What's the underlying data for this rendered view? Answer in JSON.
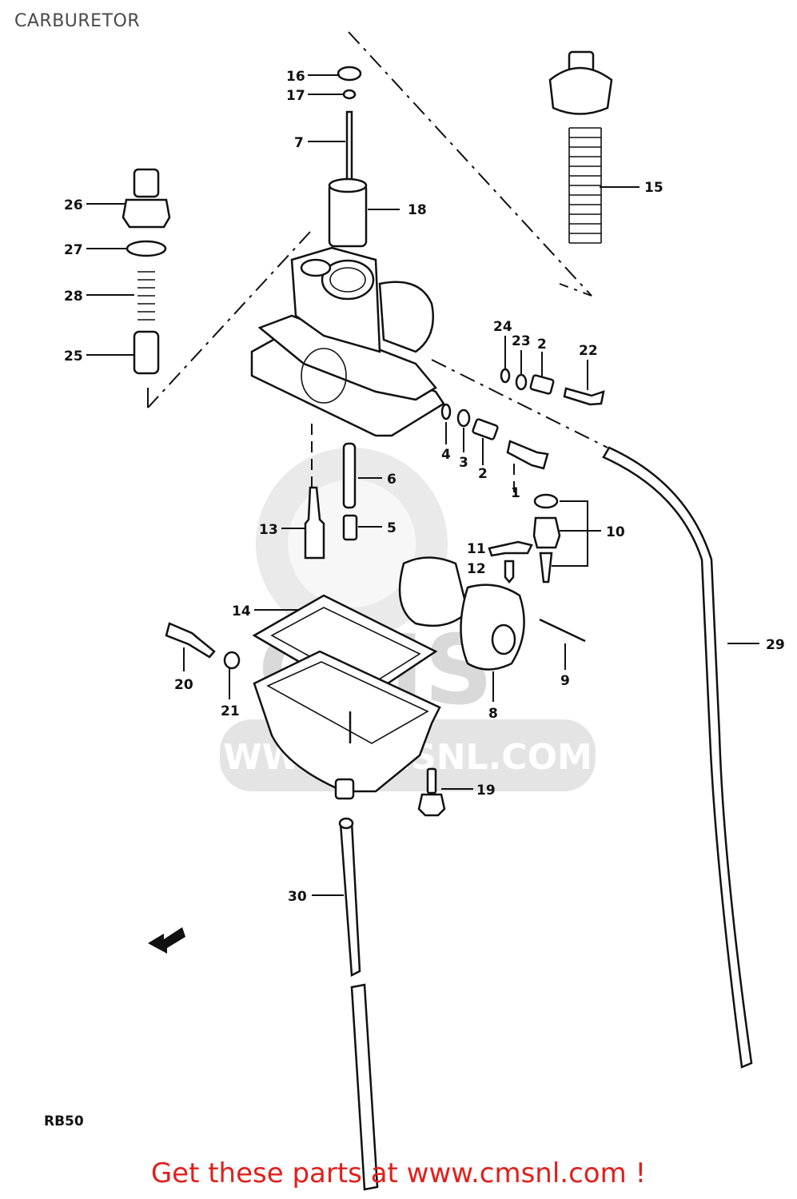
{
  "title": "CARBURETOR",
  "model_code": "RB50",
  "watermark": {
    "brand": "CMS",
    "url": "WWW.CMSNL.COM"
  },
  "footer_text": "Get these parts at www.cmsnl.com !",
  "part_labels": {
    "p16": "16",
    "p17": "17",
    "p7": "7",
    "p18": "18",
    "p15": "15",
    "p26": "26",
    "p27": "27",
    "p28": "28",
    "p25": "25",
    "p24": "24",
    "p23": "23",
    "p2a": "2",
    "p22": "22",
    "p4": "4",
    "p3": "3",
    "p2b": "2",
    "p1": "1",
    "p6": "6",
    "p5": "5",
    "p13": "13",
    "p10": "10",
    "p11": "11",
    "p12": "12",
    "p14": "14",
    "p20": "20",
    "p21": "21",
    "p8": "8",
    "p9": "9",
    "p29": "29",
    "p19": "19",
    "p30": "30"
  },
  "colors": {
    "footer": "#e0201c",
    "title": "#4a4a4a",
    "watermark": "#d8d8d8"
  }
}
